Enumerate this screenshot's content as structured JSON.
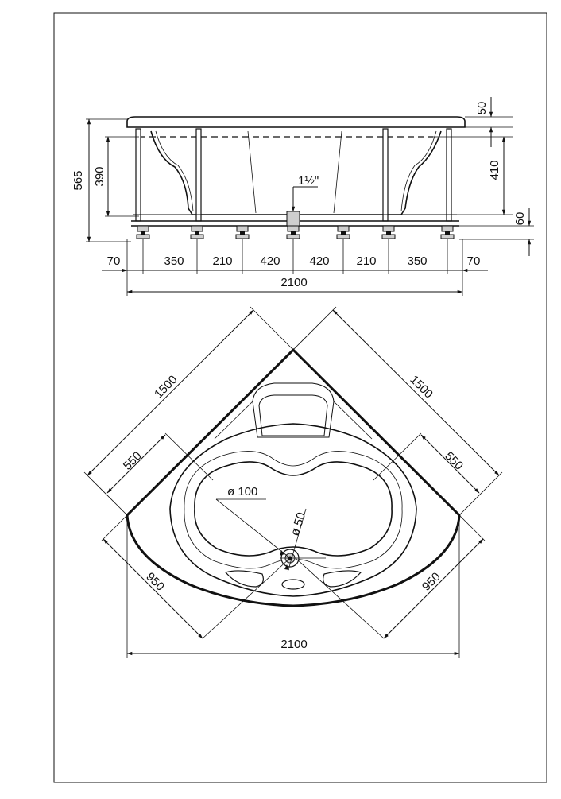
{
  "side_view": {
    "height_total": "565",
    "height_inner": "390",
    "top_rim": "50",
    "depth": "410",
    "feet": "60",
    "drain_size": "1½\"",
    "segments": [
      "70",
      "350",
      "210",
      "420",
      "420",
      "210",
      "350",
      "70"
    ],
    "total_width": "2100"
  },
  "top_view": {
    "side_left": "1500",
    "side_right": "1500",
    "offset_left": "550",
    "offset_right": "550",
    "bottom_left": "950",
    "bottom_right": "950",
    "total_width": "2100",
    "overflow_diameter": "ø 100",
    "drain_diameter": "ø 50"
  }
}
